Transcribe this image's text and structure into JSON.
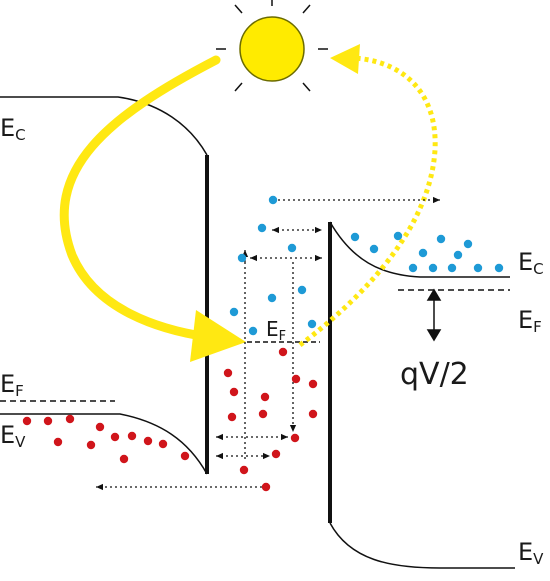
{
  "labels": {
    "ec_left": "E",
    "ec_left_sub": "C",
    "ef_left": "E",
    "ef_left_sub": "F",
    "ev_left": "E",
    "ev_left_sub": "V",
    "ef_mid": "E",
    "ef_mid_sub": "F",
    "ec_right": "E",
    "ec_right_sub": "C",
    "ef_right": "E",
    "ef_right_sub": "F",
    "ev_right": "E",
    "ev_right_sub": "V",
    "bias": "qV/2"
  },
  "colors": {
    "sun": "#ffeb00",
    "sun_outline": "#6b6b00",
    "arrow": "#ffe812",
    "electron": "#1e9ad6",
    "hole": "#d0151b",
    "line": "#111111"
  },
  "icons": {
    "sun": "sun-icon"
  }
}
